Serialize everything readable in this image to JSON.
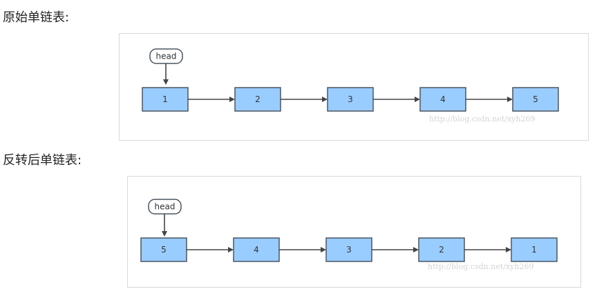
{
  "captions": {
    "original": "原始单链表:",
    "reversed": "反转后单链表:"
  },
  "diagrams": {
    "original": {
      "head_label": "head",
      "nodes": [
        "1",
        "2",
        "3",
        "4",
        "5"
      ],
      "watermark": "http://blog.csdn.net/xyh269"
    },
    "reversed": {
      "head_label": "head",
      "nodes": [
        "5",
        "4",
        "3",
        "2",
        "1"
      ],
      "watermark": "http://blog.csdn.net/xyh269"
    }
  },
  "colors": {
    "node_fill": "#99ccff",
    "node_stroke": "#4a5560",
    "arrow": "#444444",
    "frame_border": "#d8d8d8",
    "watermark": "#d4d4d4"
  }
}
